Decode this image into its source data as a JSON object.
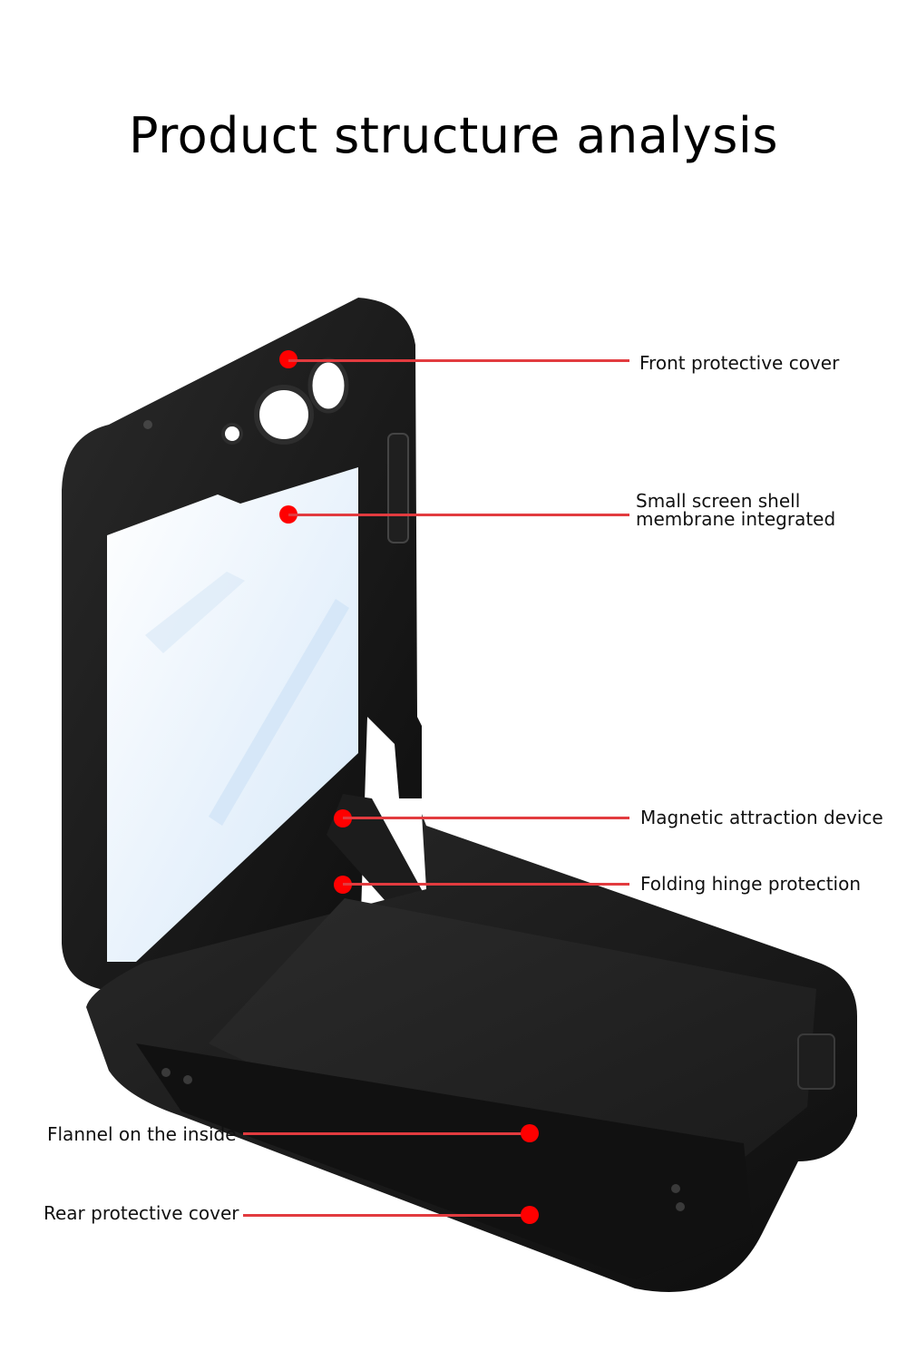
{
  "title": "Product structure analysis",
  "colors": {
    "accent": "#e8202a",
    "line": "#e23b3f",
    "case": "#151515",
    "background": "#ffffff"
  },
  "callouts": [
    {
      "label": "Front protective cover"
    },
    {
      "label_line1": "Small screen shell",
      "label_line2": "membrane integrated"
    },
    {
      "label": "Magnetic attraction device"
    },
    {
      "label": "Folding hinge protection"
    },
    {
      "label": "Flannel on the inside"
    },
    {
      "label": "Rear protective cover"
    }
  ]
}
